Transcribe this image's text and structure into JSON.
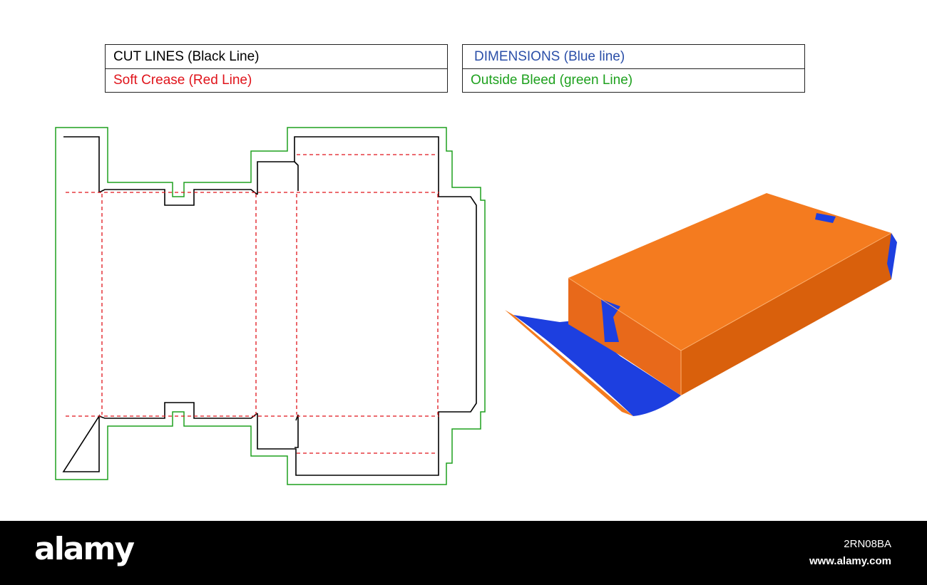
{
  "legend": {
    "left": {
      "cut": {
        "label": "CUT LINES (Black Line)",
        "color": "#000000"
      },
      "crease": {
        "label": "Soft Crease (Red Line)",
        "color": "#e0141b"
      }
    },
    "right": {
      "dimensions": {
        "label": "DIMENSIONS (Blue line)",
        "color": "#2b4fa8"
      },
      "bleed": {
        "label": "Outside Bleed (green Line)",
        "color": "#1ea11e"
      }
    }
  },
  "colors": {
    "cut": "#000000",
    "crease": "#e0141b",
    "bleed": "#1ea11e",
    "box_orange": "#f47b1f",
    "box_orange_dark": "#d9600c",
    "box_blue": "#1d3fe0",
    "box_blue_light": "#2b6cf0"
  },
  "footer": {
    "logo": "alamy",
    "image_id": "2RN08BA",
    "url": "www.alamy.com"
  }
}
